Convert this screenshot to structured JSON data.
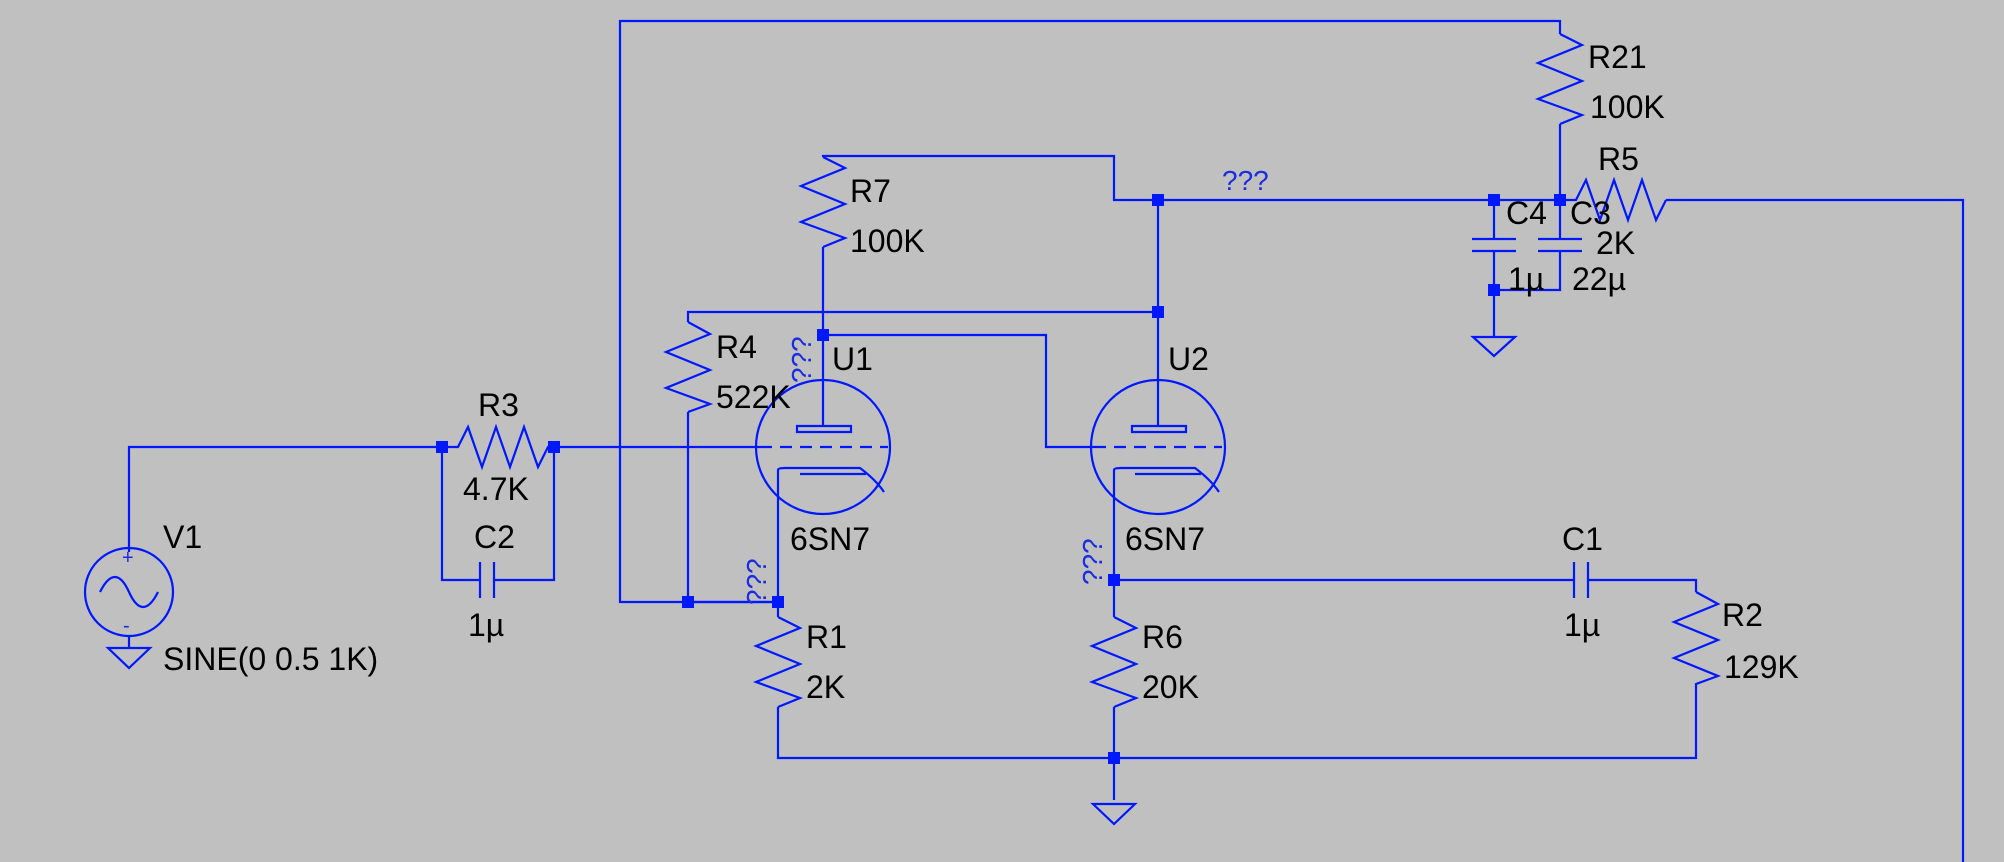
{
  "colors": {
    "background": "#c0c0c0",
    "wire": "#0018ff",
    "text": "#000000",
    "net_label": "#1a2de0"
  },
  "components": {
    "V1": {
      "name": "V1",
      "value": "SINE(0 0.5 1K)"
    },
    "R3": {
      "name": "R3",
      "value": "4.7K"
    },
    "C2": {
      "name": "C2",
      "value": "1µ"
    },
    "R4": {
      "name": "R4",
      "value": "522K"
    },
    "R7": {
      "name": "R7",
      "value": "100K"
    },
    "U1": {
      "name": "U1",
      "value": "6SN7"
    },
    "U2": {
      "name": "U2",
      "value": "6SN7"
    },
    "R1": {
      "name": "R1",
      "value": "2K"
    },
    "R6": {
      "name": "R6",
      "value": "20K"
    },
    "C1": {
      "name": "C1",
      "value": "1µ"
    },
    "R2": {
      "name": "R2",
      "value": "129K"
    },
    "R21": {
      "name": "R21",
      "value": "100K"
    },
    "R5": {
      "name": "R5",
      "value": "2K"
    },
    "C4": {
      "name": "C4",
      "value": "1µ"
    },
    "C3": {
      "name": "C3",
      "value": "22µ"
    }
  },
  "net_labels": {
    "unnamed": "???"
  }
}
